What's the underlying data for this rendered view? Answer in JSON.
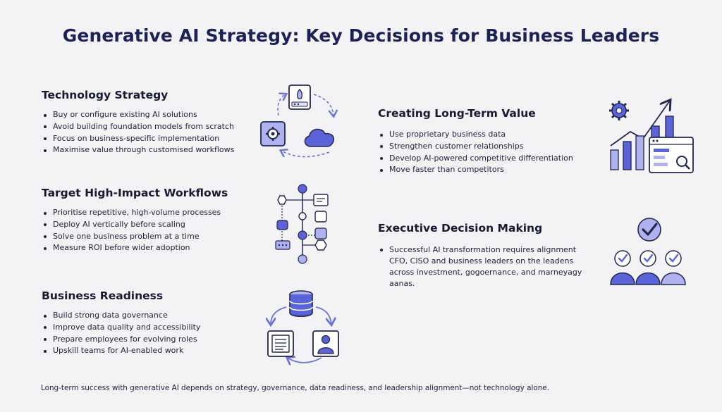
{
  "title": "Generative AI Strategy: Key Decisions for Business Leaders",
  "sections": {
    "technology": {
      "heading": "Technology Strategy",
      "bullets": [
        "Buy or configure existing AI solutions",
        "Avoid building foundation models from scratch",
        "Focus on business-specific implementation",
        "Maximise value through customised workflows"
      ]
    },
    "workflows": {
      "heading": "Target High-Impact Workflows",
      "bullets": [
        "Prioritise repetitive, high-volume processes",
        "Deploy AI vertically before scaling",
        "Solve one business problem at a time",
        "Measure ROI before wider adoption"
      ]
    },
    "readiness": {
      "heading": "Business Readiness",
      "bullets": [
        "Build strong data governance",
        "Improve data quality and accessibility",
        "Prepare employees for evolving roles",
        "Upskill teams for AI-enabled work"
      ]
    },
    "value": {
      "heading": "Creating Long-Term Value",
      "bullets": [
        "Use proprietary business data",
        "Strengthen customer relationships",
        "Develop AI-powered competitive differentiation",
        "Move faster than competitors"
      ]
    },
    "executive": {
      "heading": "Executive Decision Making",
      "text": "Successful AI transformation requires alignment CFO, CISO and business leaders on the leadens across investment, gogoernance, and marneyagy aanas."
    }
  },
  "footer": "Long-term success with generative AI depends on strategy, governance, data readiness, and leadership alignment—not technology alone.",
  "colors": {
    "accent": "#5a63d8",
    "accent_light": "#aeb2ee",
    "dark": "#23264f",
    "title": "#1c2158"
  },
  "icons": [
    "ai-cycle-icon",
    "workflow-flowchart-icon",
    "database-cycle-icon",
    "growth-chart-icon",
    "leadership-team-icon"
  ]
}
